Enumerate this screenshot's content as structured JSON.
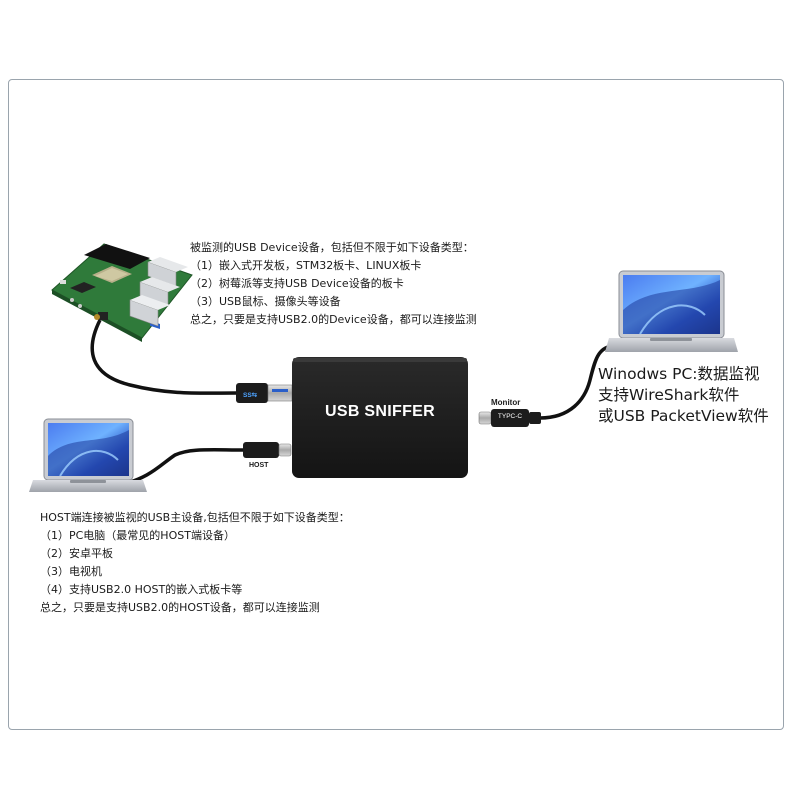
{
  "device_side": {
    "lines": [
      "被监测的USB Device设备，包括但不限于如下设备类型：",
      "（1）嵌入式开发板，STM32板卡、LINUX板卡",
      "（2）树莓派等支持USB Device设备的板卡",
      "（3）USB鼠标、摄像头等设备",
      "总之，只要是支持USB2.0的Device设备，都可以连接监测"
    ]
  },
  "host_side": {
    "lines": [
      "HOST端连接被监视的USB主设备,包括但不限于如下设备类型：",
      "（1）PC电脑（最常见的HOST端设备）",
      "（2）安卓平板",
      "（3）电视机",
      "（4）支持USB2.0 HOST的嵌入式板卡等",
      "总之，只要是支持USB2.0的HOST设备，都可以连接监测"
    ]
  },
  "pc_side": {
    "lines": [
      "Winodws PC:数据监视",
      "支持WireShark软件",
      "或USB PacketView软件"
    ]
  },
  "sniffer": {
    "label": "USB SNIFFER",
    "monitor_label": "Monitor",
    "host_label": "HOST",
    "typec_label": "TYPC-C",
    "usb3_label": "SS⇆"
  },
  "colors": {
    "frame": "#9aa4ad",
    "sniffer_body": "#1e1e1e",
    "board_green": "#2f7a3a",
    "laptop_screen": "#3a6fd8",
    "cable": "#111111"
  },
  "icons": [
    "raspberry-pi-board",
    "laptop",
    "usb-a-plug",
    "usb-c-plug"
  ]
}
